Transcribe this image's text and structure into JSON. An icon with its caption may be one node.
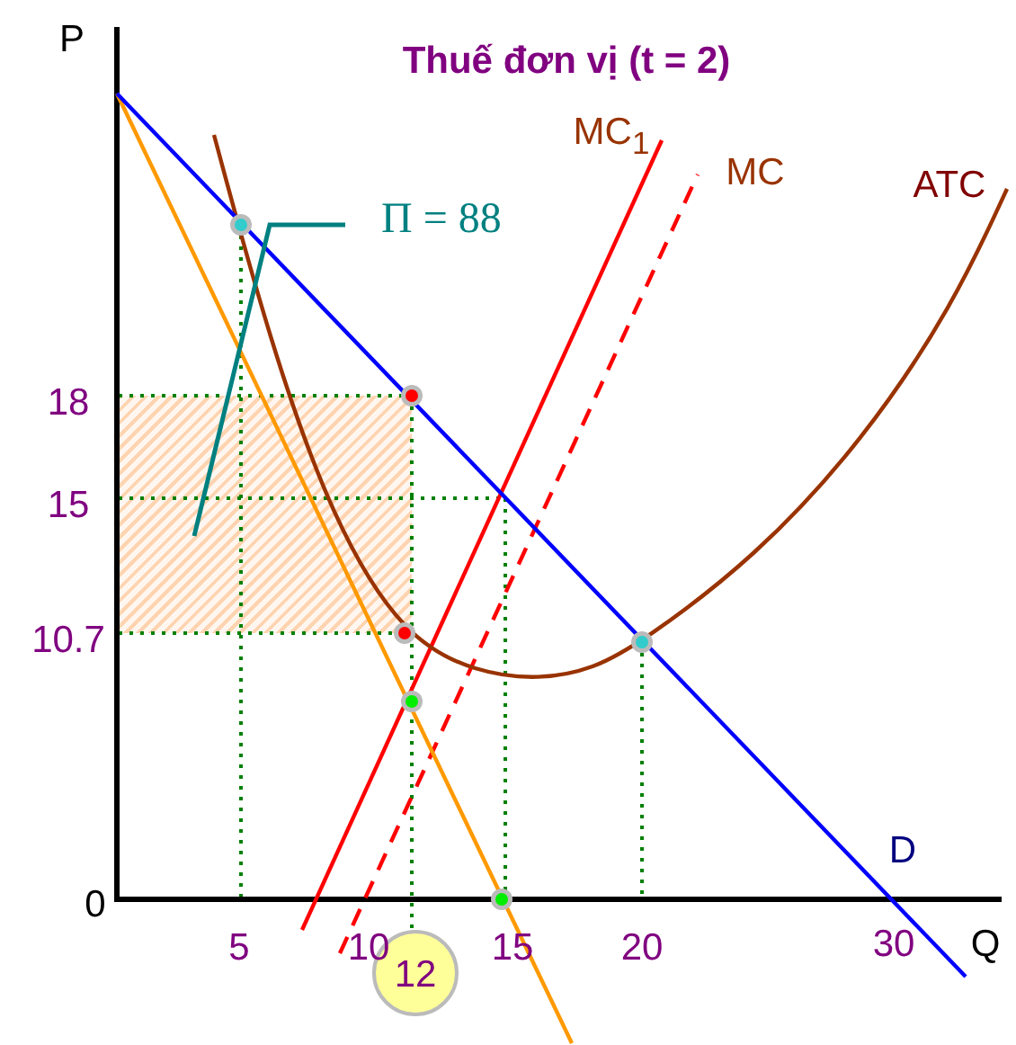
{
  "diagram": {
    "title": "Thuế đơn vị (t = 2)",
    "nodes": [
      {
        "text": [
          "Π = 88"
        ]
      },
      {
        "text": [],
        "shape": "box"
      }
    ],
    "edges": [
      {
        "from": 0,
        "to": 1,
        "arrow": "none"
      }
    ],
    "labels": [
      "P",
      "MC$_{1}$",
      "MC",
      "ATC",
      "18",
      "15",
      "10.7",
      "0",
      "D",
      "5",
      "10",
      "12",
      "15",
      "20",
      "30",
      "Q"
    ]
  }
}
